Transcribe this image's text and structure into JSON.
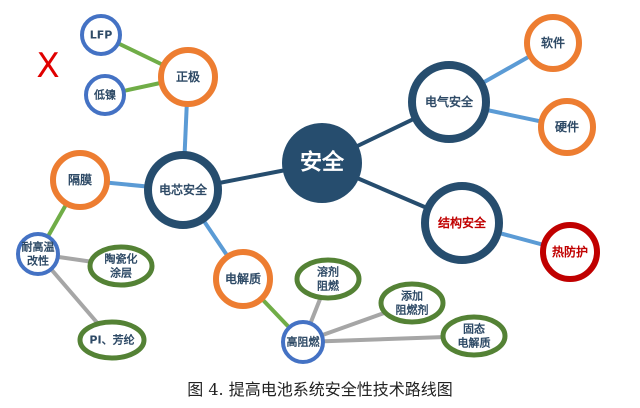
{
  "colors": {
    "dark_blue": "#264d6e",
    "light_blue": "#5b9bd5",
    "orange": "#ed7d31",
    "blue": "#4472c4",
    "green_line": "#70ad47",
    "green_ellipse": "#548235",
    "gray": "#a6a6a6",
    "red": "#c00000"
  },
  "mark": "X",
  "nodes": {
    "root": "安全",
    "cell_safety": "电芯安全",
    "electrical_safety": "电气安全",
    "structural_safety": "结构安全",
    "software": "软件",
    "hardware": "硬件",
    "thermal_protection": "热防护",
    "cathode": "正极",
    "lfp": "LFP",
    "low_nickel": "低镍",
    "separator": "隔膜",
    "heat_resistant_1": "耐高温",
    "heat_resistant_2": "改性",
    "ceramic_1": "陶瓷化",
    "ceramic_2": "涂层",
    "pi_aramid": "PI、芳纶",
    "electrolyte": "电解质",
    "flame_retardant": "高阻燃",
    "solvent_1": "溶剂",
    "solvent_2": "阻燃",
    "additive_1": "添加",
    "additive_2": "阻燃剂",
    "solid_1": "固态",
    "solid_2": "电解质"
  },
  "caption": "图 4.  提高电池系统安全性技术路线图"
}
